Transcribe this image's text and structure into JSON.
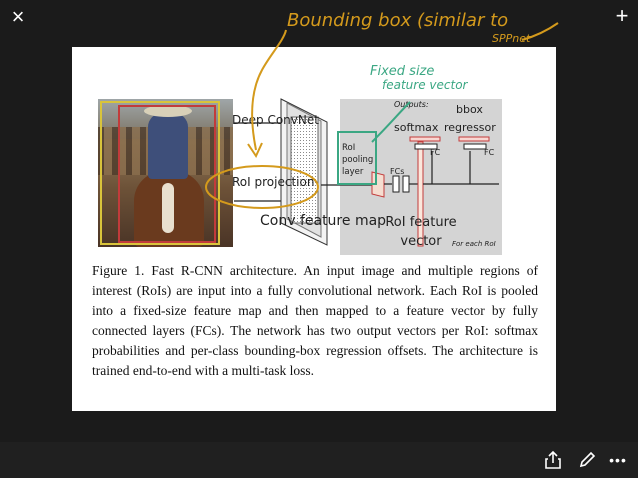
{
  "toolbar": {
    "close_label": "×",
    "add_label": "+",
    "more_label": "•••"
  },
  "annotations": {
    "orange_line1": "Bounding box (similar to",
    "orange_line2": "SPPnet",
    "green_line1": "Fixed size",
    "green_line2": "feature vector"
  },
  "figure": {
    "deep_convnet": "Deep ConvNet",
    "roi_projection": "RoI projection",
    "conv_feature_map": "Conv feature map",
    "outputs": "Outputs:",
    "bbox": "bbox",
    "softmax": "softmax",
    "regressor": "regressor",
    "fc": "FC",
    "fcs": "FCs",
    "roi_pooling_layer": "RoI pooling layer",
    "roi_feature_vector": "RoI feature vector",
    "for_each_roi": "For each RoI"
  },
  "caption": "Figure 1. Fast R-CNN architecture. An input image and multiple regions of interest (RoIs) are input into a fully convolutional network. Each RoI is pooled into a fixed-size feature map and then mapped to a feature vector by fully connected layers (FCs). The network has two output vectors per RoI: softmax probabilities and per-class bounding-box regression offsets. The architecture is trained end-to-end with a multi-task loss.",
  "colors": {
    "handwriting_orange": "#d49a1c",
    "handwriting_green": "#3ba783",
    "roi_red": "#c23b3b",
    "background": "#1b1b1b"
  },
  "icons": {
    "close": "close-icon",
    "add": "plus-icon",
    "share": "share-icon",
    "edit": "pencil-icon",
    "more": "more-icon"
  }
}
